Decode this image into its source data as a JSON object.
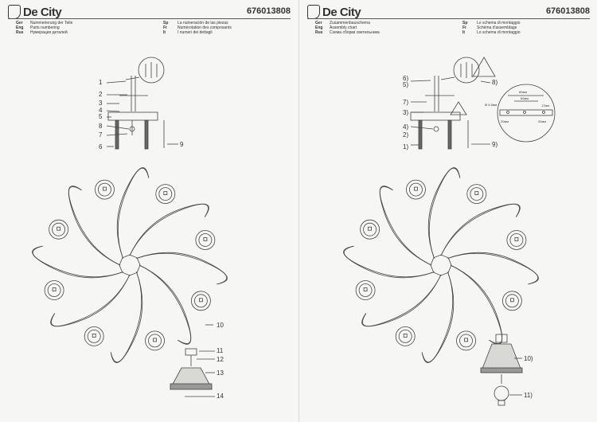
{
  "left_page": {
    "brand": "De City",
    "sku": "676013808",
    "legend": [
      {
        "lang": "Ger",
        "text": "Nummerierung der Teile"
      },
      {
        "lang": "Eng",
        "text": "Parts numbering"
      },
      {
        "lang": "Rus",
        "text": "Нумерация деталей"
      },
      {
        "lang": "Sp",
        "text": "La numeración de las piezas"
      },
      {
        "lang": "Fr",
        "text": "Numérotation des composants"
      },
      {
        "lang": "It",
        "text": "I numeri dei dettagli"
      }
    ],
    "callouts": [
      "1",
      "2",
      "3",
      "4",
      "5",
      "8",
      "7",
      "6",
      "9",
      "10",
      "11",
      "12",
      "13",
      "14"
    ]
  },
  "right_page": {
    "brand": "De City",
    "sku": "676013808",
    "legend": [
      {
        "lang": "Ger",
        "text": "Zusammenbauschema"
      },
      {
        "lang": "Eng",
        "text": "Assembly chart"
      },
      {
        "lang": "Rus",
        "text": "Схема сборки светильника"
      },
      {
        "lang": "Sp",
        "text": "Lo schema di montaggio"
      },
      {
        "lang": "Fr",
        "text": "Schéma d'assemblage"
      },
      {
        "lang": "It",
        "text": "Lo schema di montaggio"
      }
    ],
    "callouts": [
      "6)",
      "5)",
      "8)",
      "7)",
      "3)",
      "4)",
      "2)",
      "1)",
      "9)",
      "10)",
      "11)"
    ],
    "dimensions": [
      "80мм",
      "60мм",
      "17мм",
      "Ø 4.5мм",
      "20мм",
      "20мм"
    ]
  }
}
